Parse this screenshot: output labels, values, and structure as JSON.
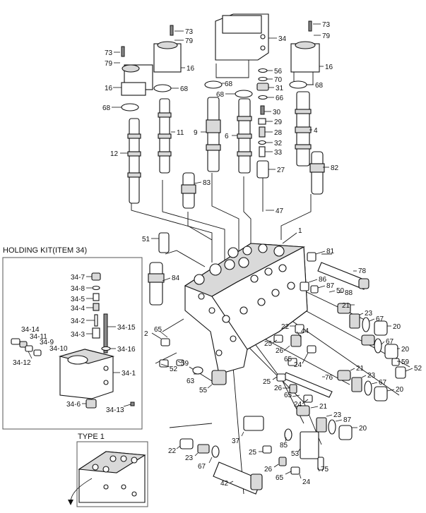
{
  "insets": {
    "holding_kit_title": "HOLDING KIT(ITEM 34)",
    "type1_title": "TYPE 1"
  },
  "callouts": {
    "c73a": "73",
    "c79a": "79",
    "c34": "34",
    "c73b": "73",
    "c79b": "79",
    "c16a": "16",
    "c73c": "73",
    "c79c": "79",
    "c16b": "16",
    "c16c": "16",
    "c68a": "68",
    "c68b": "68",
    "c68c": "68",
    "c68d": "68",
    "c68e": "68",
    "c56": "56",
    "c70": "70",
    "c31": "31",
    "c66": "66",
    "c30": "30",
    "c29": "29",
    "c28": "28",
    "c32": "32",
    "c33": "33",
    "c27": "27",
    "c9": "9",
    "c6": "6",
    "c4": "4",
    "c11": "11",
    "c12": "12",
    "c82": "82",
    "c83": "83",
    "c47": "47",
    "c1": "1",
    "c51": "51",
    "c81": "81",
    "c78": "78",
    "c84": "84",
    "c86": "86",
    "c87a": "87",
    "c50": "50",
    "c88": "88",
    "c21a": "21",
    "c23a": "23",
    "c67a": "67",
    "c20a": "20",
    "c2": "2",
    "c65a": "65",
    "c22a": "22",
    "c44": "44",
    "c25a": "25",
    "c26a": "26",
    "c65b": "65",
    "c24a": "24",
    "c67b": "67",
    "c20b": "20",
    "c59a": "59",
    "c52a": "52",
    "c52b": "52",
    "c59b": "59",
    "c63": "63",
    "c55": "55",
    "c76": "76",
    "c21b": "21",
    "c23b": "23",
    "c67c": "67",
    "c20c": "20",
    "c25b": "25",
    "c26b": "26",
    "c65c": "65",
    "c24b": "24",
    "c21c": "21",
    "c23c": "23",
    "c87b": "87",
    "c20d": "20",
    "c37": "37",
    "c85": "85",
    "c53": "53",
    "c22b": "22",
    "c23d": "23",
    "c67d": "67",
    "c25c": "25",
    "c26c": "26",
    "c75": "75",
    "c65d": "65",
    "c24c": "24",
    "c42": "42"
  },
  "kit_callouts": {
    "k347": "34-7",
    "k348": "34-8",
    "k345": "34-5",
    "k344": "34-4",
    "k342": "34-2",
    "k343": "34-3",
    "k3415": "34-15",
    "k3416": "34-16",
    "k3414": "34-14",
    "k3411": "34-11",
    "k349": "34-9",
    "k3410": "34-10",
    "k3412": "34-12",
    "k341": "34-1",
    "k346": "34-6",
    "k3413": "34-13"
  }
}
